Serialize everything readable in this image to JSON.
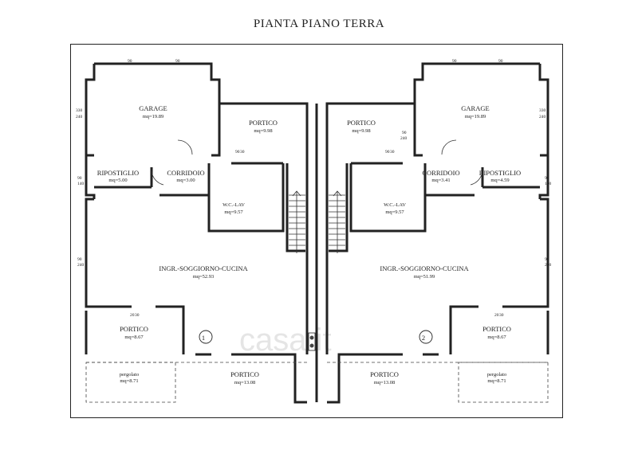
{
  "title": "PIANTA PIANO TERRA",
  "watermark": "casa.it",
  "units": [
    {
      "number": "1",
      "rooms": {
        "garage": {
          "name": "GARAGE",
          "area": "mq=19.89"
        },
        "portico_top": {
          "name": "PORTICO",
          "area": "mq=9.98"
        },
        "ripostiglio": {
          "name": "RIPOSTIGLIO",
          "area": "mq=5.00"
        },
        "corridoio": {
          "name": "CORRIDOIO",
          "area": "mq=3.00"
        },
        "wc": {
          "name": "W.C.-LAV",
          "area": "mq=9.57"
        },
        "soggiorno": {
          "name": "INGR.-SOGGIORNO-CUCINA",
          "area": "mq=52.93"
        },
        "portico_side": {
          "name": "PORTICO",
          "area": "mq=8.67"
        },
        "pergolato": {
          "name": "pergolato",
          "area": "mq=8.71"
        },
        "portico_front": {
          "name": "PORTICO",
          "area": "mq=13.08"
        }
      }
    },
    {
      "number": "2",
      "rooms": {
        "garage": {
          "name": "GARAGE",
          "area": "mq=19.89"
        },
        "portico_top": {
          "name": "PORTICO",
          "area": "mq=9.98"
        },
        "ripostiglio": {
          "name": "RIPOSTIGLIO",
          "area": "mq=4.59"
        },
        "corridoio": {
          "name": "CORRIDOIO",
          "area": "mq=3.41"
        },
        "wc": {
          "name": "W.C.-LAV",
          "area": "mq=9.57"
        },
        "soggiorno": {
          "name": "INGR.-SOGGIORNO-CUCINA",
          "area": "mq=51.99"
        },
        "portico_side": {
          "name": "PORTICO",
          "area": "mq=8.67"
        },
        "pergolato": {
          "name": "pergolato",
          "area": "mq=8.71"
        },
        "portico_front": {
          "name": "PORTICO",
          "area": "mq=13.08"
        }
      }
    }
  ],
  "dimensions": {
    "window_top": "90",
    "window_top_h": "90",
    "garage_window_w": "330",
    "garage_window_h": "240",
    "door_w": "90",
    "door_h": "240",
    "small_window_w": "90",
    "small_window_h": "140",
    "wc_window_w": "90",
    "wc_window_h": "30",
    "living_window_w": "90",
    "living_window_h": "240",
    "portico_opening_w": "20",
    "portico_opening_h": "30"
  }
}
